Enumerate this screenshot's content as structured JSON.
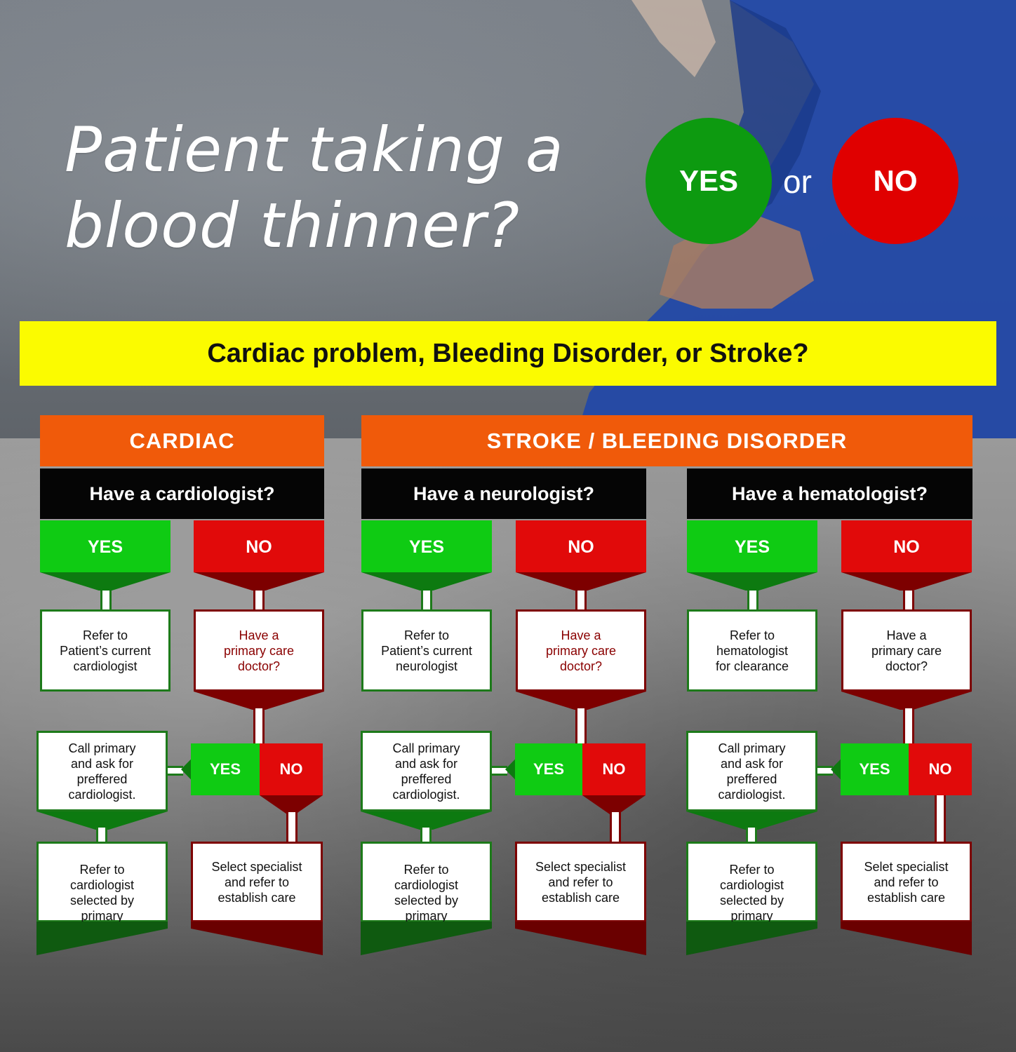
{
  "header": {
    "title_line1": "Patient taking a",
    "title_line2": "blood thinner?",
    "yes": "YES",
    "or": "or",
    "no": "NO"
  },
  "banner": "Cardiac problem, Bleeding Disorder, or Stroke?",
  "categories": {
    "cardiac": "CARDIAC",
    "stroke": "STROKE / BLEEDING DISORDER"
  },
  "columns": [
    {
      "question": "Have a cardiologist?",
      "yes": "YES",
      "no": "NO",
      "yes_box": "Refer to\nPatient’s current\ncardiologist",
      "no_box": "Have a\nprimary care\ndoctor?",
      "mini_yes": "YES",
      "mini_no": "NO",
      "call_box": "Call primary\nand ask for\npreffered\ncardiologist.",
      "refer_box": "Refer to\ncardiologist\nselected by\nprimary",
      "select_box": "Select specialist\nand refer to\nestablish care"
    },
    {
      "question": "Have a neurologist?",
      "yes": "YES",
      "no": "NO",
      "yes_box": "Refer to\nPatient’s current\nneurologist",
      "no_box": "Have a\nprimary care\ndoctor?",
      "mini_yes": "YES",
      "mini_no": "NO",
      "call_box": "Call primary\nand ask for\npreffered\ncardiologist.",
      "refer_box": "Refer to\ncardiologist\nselected by\nprimary",
      "select_box": "Select specialist\nand refer to\nestablish care"
    },
    {
      "question": "Have a hematologist?",
      "yes": "YES",
      "no": "NO",
      "yes_box": "Refer to\nhematologist\nfor clearance",
      "no_box": "Have a\nprimary care\ndoctor?",
      "mini_yes": "YES",
      "mini_no": "NO",
      "call_box": "Call primary\nand ask for\npreffered\ncardiologist.",
      "refer_box": "Refer to\ncardiologist\nselected by\nprimary",
      "select_box": "Selet specialist\nand refer to\nestablish care"
    }
  ],
  "colors": {
    "yes_green": "#0fcb13",
    "no_red": "#e10a0a",
    "category_orange": "#f05a0a",
    "banner_yellow": "#fbfb00"
  }
}
